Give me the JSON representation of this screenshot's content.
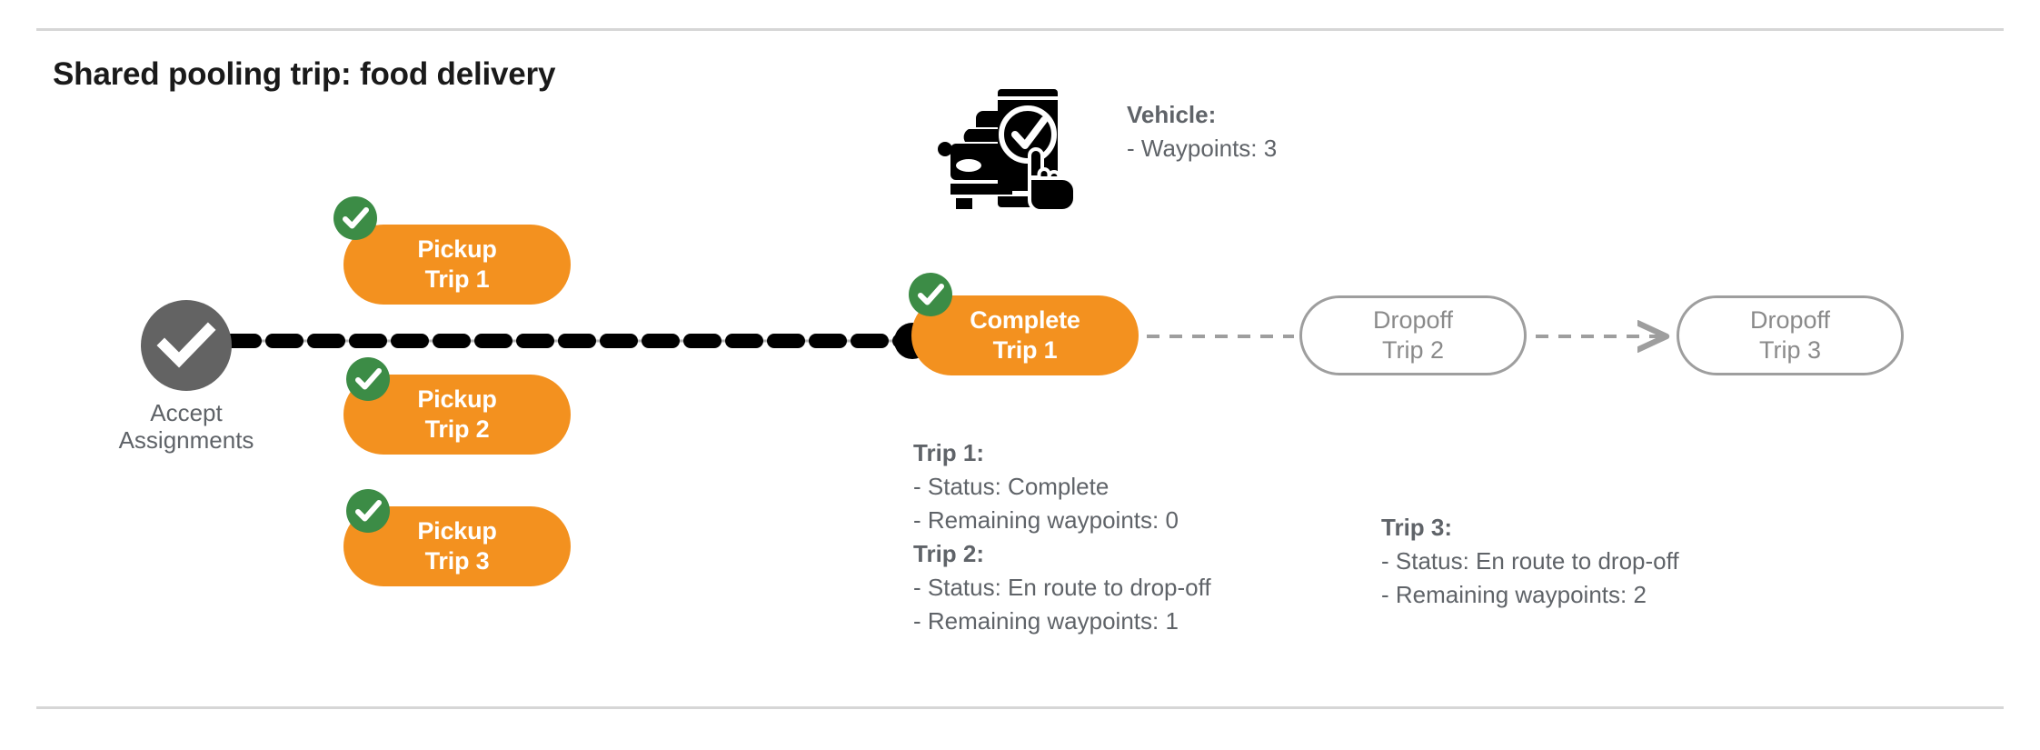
{
  "page": {
    "title": "Shared pooling trip: food delivery",
    "colors": {
      "orange": "#F3911F",
      "green": "#3C8C46",
      "gray_node": "#636363",
      "gray_text": "#5f6368",
      "outline_gray": "#9e9e9e",
      "rule_gray": "#d6d6d6",
      "black": "#000000",
      "white": "#ffffff"
    }
  },
  "start_node": {
    "icon": "check-circle-icon",
    "label_line1": "Accept",
    "label_line2": "Assignments"
  },
  "pickups": [
    {
      "line1": "Pickup",
      "line2": "Trip 1",
      "completed": true
    },
    {
      "line1": "Pickup",
      "line2": "Trip 2",
      "completed": true
    },
    {
      "line1": "Pickup",
      "line2": "Trip 3",
      "completed": true
    }
  ],
  "complete_node": {
    "line1": "Complete",
    "line2": "Trip 1",
    "completed": true
  },
  "dropoffs": [
    {
      "line1": "Dropoff",
      "line2": "Trip 2"
    },
    {
      "line1": "Dropoff",
      "line2": "Trip 3"
    }
  ],
  "vehicle": {
    "icon": "car-phone-check-icon",
    "heading": "Vehicle:",
    "waypoints_line": "- Waypoints: 3",
    "waypoints": 3
  },
  "trip_details": [
    {
      "heading": "Trip 1:",
      "status_line": "- Status:  Complete",
      "status": "Complete",
      "waypoints_line": "- Remaining waypoints: 0",
      "remaining_waypoints": 0
    },
    {
      "heading": "Trip 2:",
      "status_line": "- Status:  En route to drop-off",
      "status": "En route to drop-off",
      "waypoints_line": "- Remaining waypoints: 1",
      "remaining_waypoints": 1
    },
    {
      "heading": "Trip 3:",
      "status_line": "- Status:  En route to drop-off",
      "status": "En route to drop-off",
      "waypoints_line": "- Remaining waypoints: 2",
      "remaining_waypoints": 2
    }
  ]
}
